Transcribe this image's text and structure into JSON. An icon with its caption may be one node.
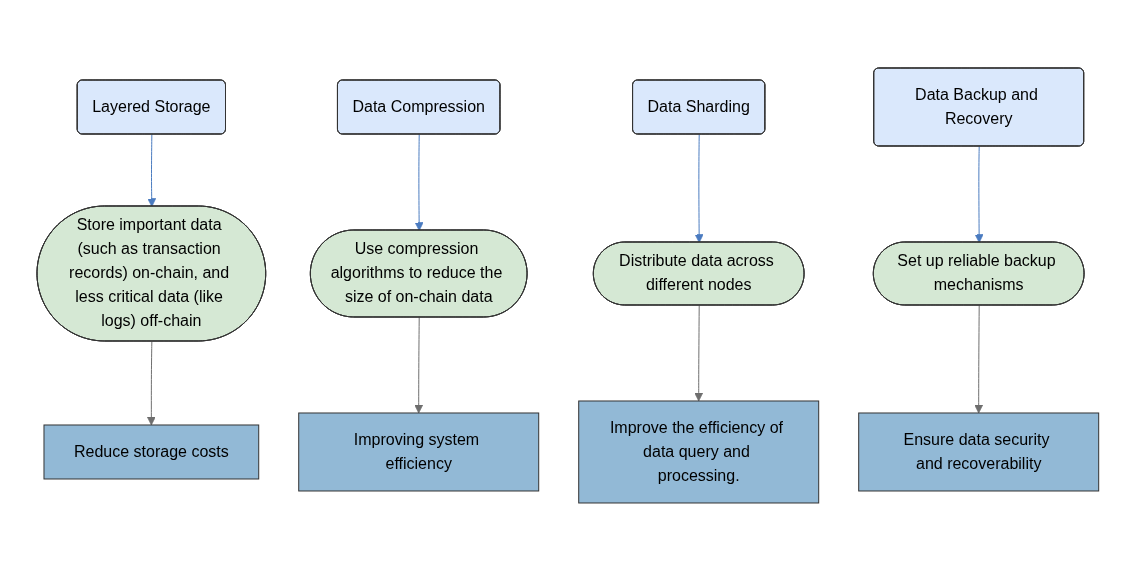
{
  "diagram": {
    "nodes": [
      {
        "text": [
          "Layered Storage"
        ]
      },
      {
        "text": [
          "Data Compression"
        ]
      },
      {
        "text": [
          "Data Sharding"
        ]
      },
      {
        "text": [
          "Data Backup and Recovery"
        ]
      },
      {
        "text": [
          "Store important data (such as transaction records) on-chain, and less critical data (like logs) off-chain"
        ]
      },
      {
        "text": [
          "Use compression algorithms to reduce the size of on-chain data"
        ]
      },
      {
        "text": [
          "Distribute data across different nodes"
        ]
      },
      {
        "text": [
          "Set up reliable backup mechanisms"
        ]
      },
      {
        "text": [
          "Reduce storage costs"
        ]
      },
      {
        "text": [
          "Improving system efficiency"
        ]
      },
      {
        "text": [
          "Improve the efficiency of data query and processing."
        ]
      },
      {
        "text": [
          "Ensure data security and recoverability"
        ]
      }
    ],
    "edges": [
      {
        "from": 0,
        "to": 4,
        "arrow": "to",
        "color": "#4a7bc0"
      },
      {
        "from": 4,
        "to": 8,
        "arrow": "to",
        "color": "#6e6e6e"
      },
      {
        "from": 1,
        "to": 5,
        "arrow": "to",
        "color": "#4a7bc0"
      },
      {
        "from": 5,
        "to": 9,
        "arrow": "to",
        "color": "#6e6e6e"
      },
      {
        "from": 2,
        "to": 6,
        "arrow": "to",
        "color": "#4a7bc0"
      },
      {
        "from": 6,
        "to": 10,
        "arrow": "to",
        "color": "#6e6e6e"
      },
      {
        "from": 3,
        "to": 7,
        "arrow": "to",
        "color": "#4a7bc0"
      },
      {
        "from": 7,
        "to": 11,
        "arrow": "to",
        "color": "#6e6e6e"
      }
    ]
  }
}
